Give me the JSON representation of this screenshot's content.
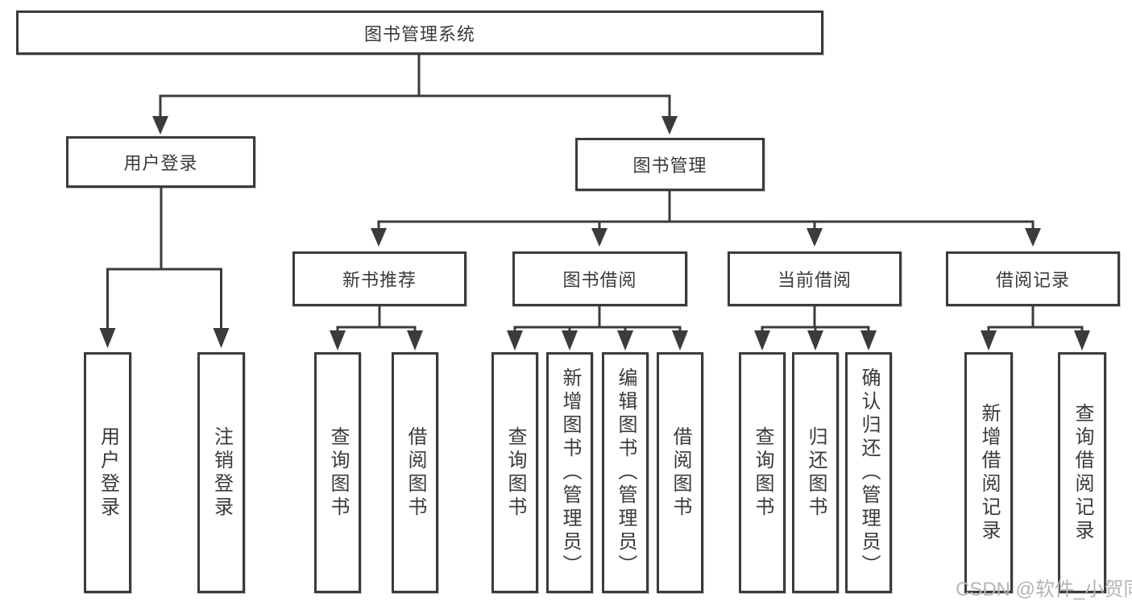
{
  "colors": {
    "line": "#3b3b3b",
    "box_border": "#3b3b3b",
    "text": "#3a3a3a",
    "watermark": "#b5b5b5",
    "background": "#ffffff"
  },
  "watermark": {
    "text": "CSDN @软件_小贺同学"
  },
  "tree": {
    "root": {
      "label": "图书管理系统"
    },
    "children": [
      {
        "label": "用户登录",
        "children": [
          {
            "label": "用户登录"
          },
          {
            "label": "注销登录"
          }
        ]
      },
      {
        "label": "图书管理",
        "children": [
          {
            "label": "新书推荐",
            "children": [
              {
                "label": "查询图书"
              },
              {
                "label": "借阅图书"
              }
            ]
          },
          {
            "label": "图书借阅",
            "children": [
              {
                "label": "查询图书"
              },
              {
                "label": "新增图书（管理员）"
              },
              {
                "label": "编辑图书（管理员）"
              },
              {
                "label": "借阅图书"
              }
            ]
          },
          {
            "label": "当前借阅",
            "children": [
              {
                "label": "查询图书"
              },
              {
                "label": "归还图书"
              },
              {
                "label": "确认归还（管理员）"
              }
            ]
          },
          {
            "label": "借阅记录",
            "children": [
              {
                "label": "新增借阅记录"
              },
              {
                "label": "查询借阅记录"
              }
            ]
          }
        ]
      }
    ]
  }
}
